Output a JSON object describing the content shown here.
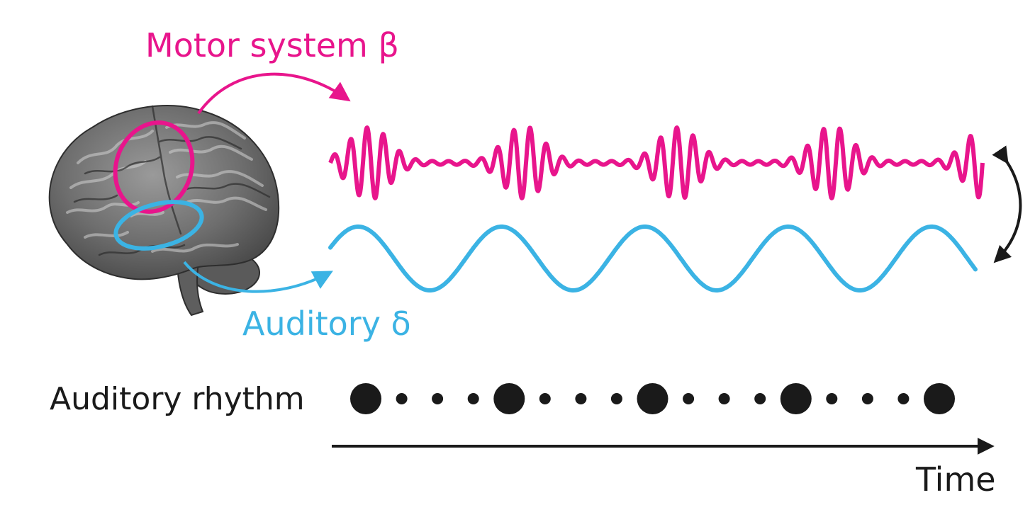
{
  "labels": {
    "motor": "Motor system β",
    "auditory": "Auditory δ",
    "rhythm": "Auditory rhythm",
    "time": "Time"
  },
  "colors": {
    "motor": "#e8158c",
    "auditory": "#3bb3e4",
    "ink": "#1a1a1a",
    "brain_fill": "#6b6b6b",
    "brain_dark": "#3a3a3a",
    "brain_light": "#a8a8a8"
  },
  "waves": {
    "beta": {
      "band": "beta",
      "bursts": 5,
      "burst_peak_cycles": 5
    },
    "delta": {
      "band": "delta",
      "cycles": 4.5
    }
  },
  "rhythm": {
    "beats": [
      "strong",
      "weak",
      "weak",
      "weak",
      "strong",
      "weak",
      "weak",
      "weak",
      "strong",
      "weak",
      "weak",
      "weak",
      "strong",
      "weak",
      "weak",
      "weak",
      "strong"
    ]
  },
  "icons": {
    "brain": "brain-icon",
    "coupling": "bidirectional-arrow-icon",
    "time_arrow": "time-arrow-icon"
  }
}
